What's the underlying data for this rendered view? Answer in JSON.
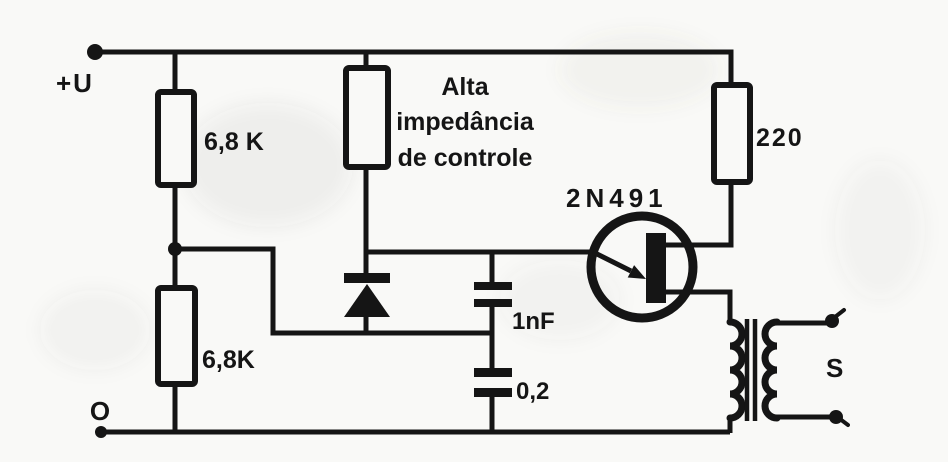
{
  "page": {
    "ink": "#151515",
    "paper": "#f9f9f7"
  },
  "terminals": {
    "supply_label": "+U",
    "zero_label": "O",
    "secondary_label": "S"
  },
  "components": {
    "r1_value": "6,8 K",
    "r2_value": "6,8K",
    "r3_value": "220",
    "c1_value": "1nF",
    "c2_value": "0,2",
    "transistor_label": "2N491"
  },
  "annotation": {
    "line1": "Alta",
    "line2": "impedância",
    "line3": "de controle"
  }
}
